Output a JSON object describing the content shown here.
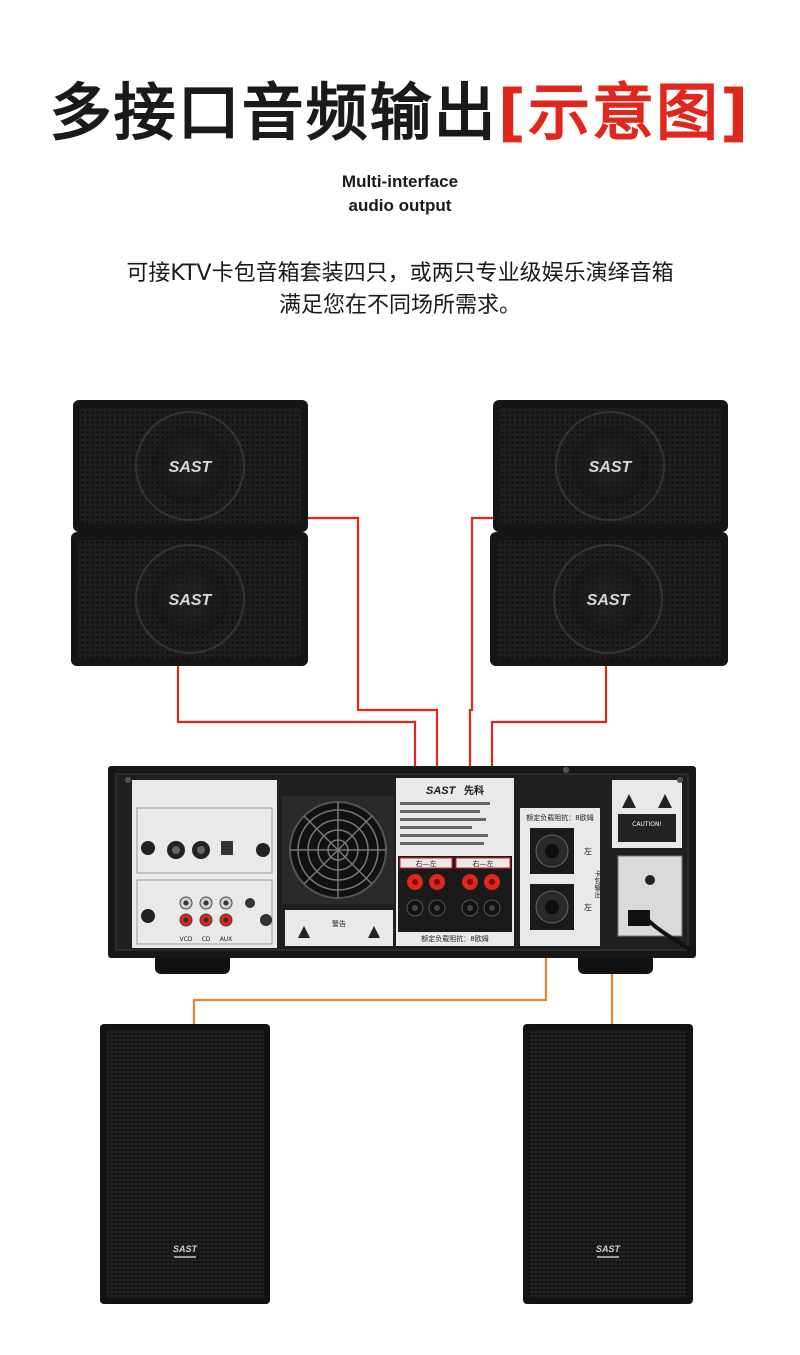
{
  "header": {
    "title_main": "多接口音频输出",
    "title_bracketed": "[示意图]",
    "subtitle_en_line1": "Multi-interface",
    "subtitle_en_line2": "audio output",
    "desc_line1": "可接KTV卡包音箱套装四只，或两只专业级娱乐演绎音箱",
    "desc_line2": "满足您在不同场所需求。"
  },
  "speakers": {
    "brand": "SAST"
  },
  "amplifier": {
    "brand": "SAST",
    "brand_cn": "先科",
    "label_right_left": "右—左",
    "label_impedance": "额定负载阻抗：8欧姆",
    "label_left": "左",
    "label_output": "卡包输出",
    "label_caution": "CAUTION!",
    "label_warning": "警告",
    "input_labels": [
      "VCD",
      "CD",
      "AUX"
    ]
  },
  "colors": {
    "wire_red": "#e1261c",
    "wire_orange": "#e8862a",
    "accent": "#e1261c",
    "body_dark": "#161616"
  }
}
